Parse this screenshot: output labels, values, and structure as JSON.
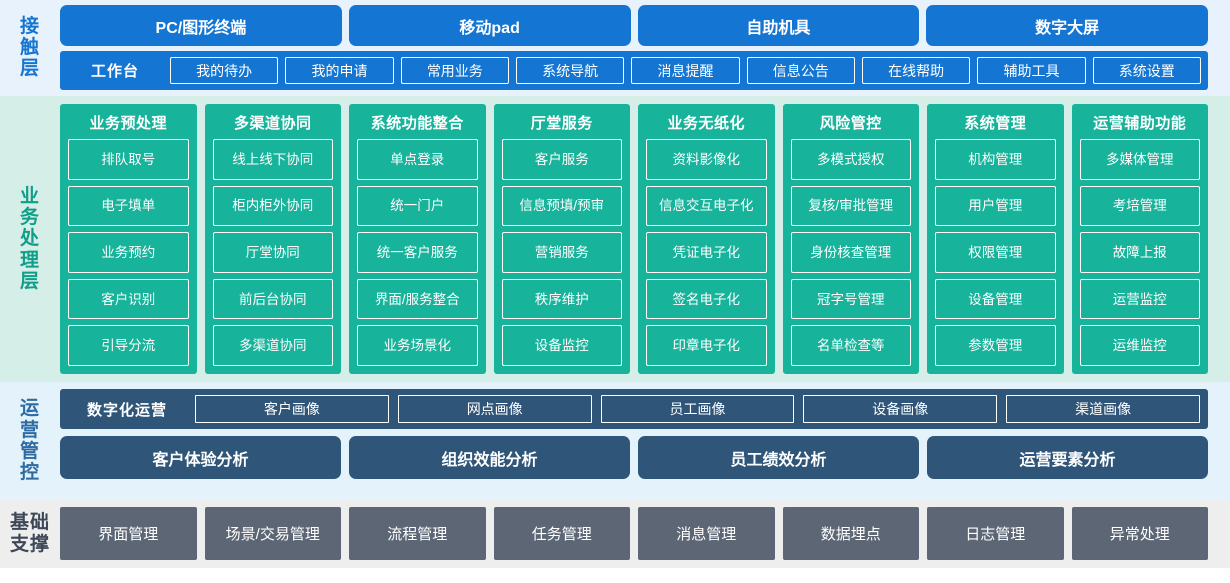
{
  "layers": [
    {
      "id": "contact",
      "label_lines": [
        "接",
        "触",
        "层"
      ],
      "accent": "#1476d2",
      "terminals": [
        "PC/图形终端",
        "移动pad",
        "自助机具",
        "数字大屏"
      ],
      "workbench_title": "工作台",
      "workbench_items": [
        "我的待办",
        "我的申请",
        "常用业务",
        "系统导航",
        "消息提醒",
        "信息公告",
        "在线帮助",
        "辅助工具",
        "系统设置"
      ]
    },
    {
      "id": "business",
      "label_lines": [
        "业",
        "务",
        "处",
        "理",
        "层"
      ],
      "accent": "#17b39b",
      "columns": [
        {
          "title": "业务预处理",
          "items": [
            "排队取号",
            "电子填单",
            "业务预约",
            "客户识别",
            "引导分流"
          ]
        },
        {
          "title": "多渠道协同",
          "items": [
            "线上线下协同",
            "柜内柜外协同",
            "厅堂协同",
            "前后台协同",
            "多渠道协同"
          ]
        },
        {
          "title": "系统功能整合",
          "items": [
            "单点登录",
            "统一门户",
            "统一客户服务",
            "界面/服务整合",
            "业务场景化"
          ]
        },
        {
          "title": "厅堂服务",
          "items": [
            "客户服务",
            "信息预填/预审",
            "营销服务",
            "秩序维护",
            "设备监控"
          ]
        },
        {
          "title": "业务无纸化",
          "items": [
            "资料影像化",
            "信息交互电子化",
            "凭证电子化",
            "签名电子化",
            "印章电子化"
          ]
        },
        {
          "title": "风险管控",
          "items": [
            "多模式授权",
            "复核/审批管理",
            "身份核查管理",
            "冠字号管理",
            "名单检查等"
          ]
        },
        {
          "title": "系统管理",
          "items": [
            "机构管理",
            "用户管理",
            "权限管理",
            "设备管理",
            "参数管理"
          ]
        },
        {
          "title": "运营辅助功能",
          "items": [
            "多媒体管理",
            "考培管理",
            "故障上报",
            "运营监控",
            "运维监控"
          ]
        }
      ]
    },
    {
      "id": "operations",
      "label_lines": [
        "运",
        "营",
        "管",
        "控"
      ],
      "accent": "#2f5579",
      "portraits_title": "数字化运营",
      "portraits": [
        "客户画像",
        "网点画像",
        "员工画像",
        "设备画像",
        "渠道画像"
      ],
      "analysis": [
        "客户体验分析",
        "组织效能分析",
        "员工绩效分析",
        "运营要素分析"
      ]
    },
    {
      "id": "foundation",
      "label_lines": [
        "基础",
        "支撑"
      ],
      "accent": "#5c6675",
      "items": [
        "界面管理",
        "场景/交易管理",
        "流程管理",
        "任务管理",
        "消息管理",
        "数据埋点",
        "日志管理",
        "异常处理"
      ]
    }
  ]
}
